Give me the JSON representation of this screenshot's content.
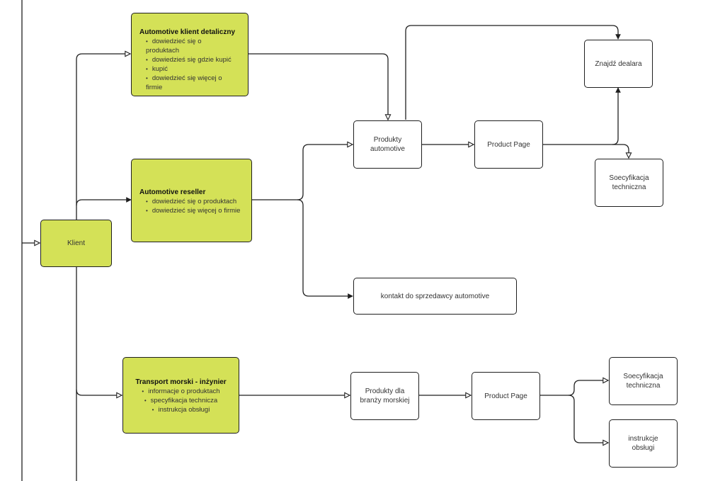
{
  "nodes": {
    "klient": {
      "label": "Klient"
    },
    "retail": {
      "title": "Automotive klient detaliczny",
      "items": [
        "dowiedzieć się o produktach",
        "dowiedzieś się gdzie kupić",
        "kupić",
        "dowiedzieć się więcej o firmie"
      ]
    },
    "reseller": {
      "title": "Automotive reseller",
      "items": [
        "dowiedzieć się o produktach",
        "dowiedzieć się więcej o firmie"
      ]
    },
    "marine": {
      "title": "Transport morski - inżynier",
      "items": [
        "informacje o produktach",
        "specyfikacja technicza",
        "instrukcja obsługi"
      ]
    },
    "produkty_auto": {
      "label": "Produkty\nautomotive"
    },
    "product_page_auto": {
      "label": "Product Page"
    },
    "znajdz_dealara": {
      "label": "Znajdź dealara"
    },
    "spec_auto": {
      "label": "Soecyfikacja\ntechniczna"
    },
    "kontakt": {
      "label": "kontakt do sprzedawcy automotive"
    },
    "produkty_morskie": {
      "label": "Produkty dla\nbranży morskiej"
    },
    "product_page_marine": {
      "label": "Product Page"
    },
    "spec_marine": {
      "label": "Soecyfikacja\ntechniczna"
    },
    "instrukcje": {
      "label": "instrukcje\nobsługi"
    }
  },
  "colors": {
    "node_fill_green": "#d4e157",
    "stroke": "#1f1f1f"
  }
}
